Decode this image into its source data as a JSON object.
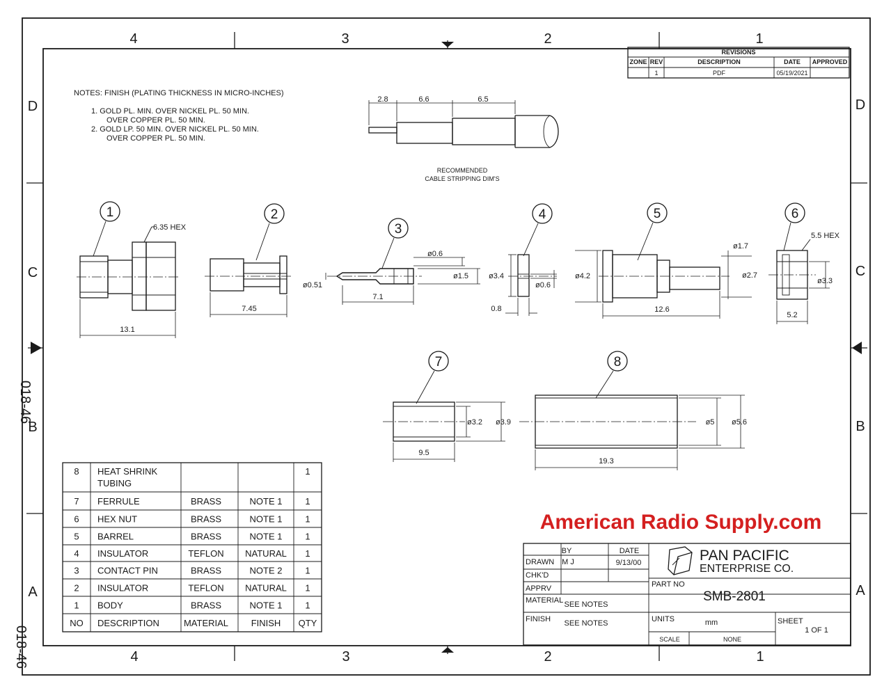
{
  "side_code": "018-46",
  "zones": {
    "top": [
      "4",
      "3",
      "2",
      "1"
    ],
    "bottom": [
      "4",
      "3",
      "2",
      "1"
    ],
    "left": [
      "D",
      "C",
      "B",
      "A"
    ],
    "right": [
      "D",
      "C",
      "B",
      "A"
    ]
  },
  "revisions": {
    "title": "REVISIONS",
    "headers": [
      "ZONE",
      "REV",
      "DESCRIPTION",
      "DATE",
      "APPROVED"
    ],
    "rows": [
      [
        "",
        "1",
        "PDF",
        "05/19/2021",
        ""
      ]
    ]
  },
  "notes": {
    "heading": "NOTES: FINISH (PLATING THICKNESS IN MICRO-INCHES)",
    "lines": [
      "1. GOLD PL.     MIN. OVER NICKEL PL. 50 MIN.",
      "OVER COPPER PL. 50 MIN.",
      "2. GOLD LP. 50 MIN. OVER NICKEL PL. 50 MIN.",
      "OVER COPPER PL. 50 MIN."
    ]
  },
  "stripping": {
    "dims": [
      "2.8",
      "6.6",
      "6.5"
    ],
    "caption_1": "RECOMMENDED",
    "caption_2": "CABLE STRIPPING DIM'S"
  },
  "parts": {
    "p1": {
      "num": "1",
      "hex": "6.35  HEX",
      "len": "13.1"
    },
    "p2": {
      "num": "2",
      "len": "7.45"
    },
    "p3": {
      "num": "3",
      "d_tip": "ø0.6",
      "d_body": "ø1.5",
      "d_pin": "ø0.51",
      "len": "7.1"
    },
    "p4": {
      "num": "4",
      "d_out": "ø3.4",
      "d_in": "ø0.6",
      "len": "0.8"
    },
    "p5": {
      "num": "5",
      "d_out": "ø4.2",
      "d_small": "ø1.7",
      "d_knurl": "ø2.7",
      "len": "12.6"
    },
    "p6": {
      "num": "6",
      "hex": "5.5  HEX",
      "d": "ø3.3",
      "len": "5.2"
    },
    "p7": {
      "num": "7",
      "d_in": "ø3.2",
      "d_out": "ø3.9",
      "len": "9.5"
    },
    "p8": {
      "num": "8",
      "d_in": "ø5",
      "d_out": "ø5.6",
      "len": "19.3"
    }
  },
  "bom": {
    "rows": [
      {
        "no": "8",
        "desc": "HEAT  SHRINK",
        "desc2": "TUBING",
        "material": "",
        "finish": "",
        "qty": "1"
      },
      {
        "no": "7",
        "desc": "FERRULE",
        "material": "BRASS",
        "finish": "NOTE  1",
        "qty": "1"
      },
      {
        "no": "6",
        "desc": "HEX  NUT",
        "material": "BRASS",
        "finish": "NOTE  1",
        "qty": "1"
      },
      {
        "no": "5",
        "desc": "BARREL",
        "material": "BRASS",
        "finish": "NOTE  1",
        "qty": "1"
      },
      {
        "no": "4",
        "desc": "INSULATOR",
        "material": "TEFLON",
        "finish": "NATURAL",
        "qty": "1"
      },
      {
        "no": "3",
        "desc": "CONTACT  PIN",
        "material": "BRASS",
        "finish": "NOTE  2",
        "qty": "1"
      },
      {
        "no": "2",
        "desc": "INSULATOR",
        "material": "TEFLON",
        "finish": "NATURAL",
        "qty": "1"
      },
      {
        "no": "1",
        "desc": "BODY",
        "material": "BRASS",
        "finish": "NOTE  1",
        "qty": "1"
      }
    ],
    "headers": {
      "no": "NO",
      "desc": "DESCRIPTION",
      "material": "MATERIAL",
      "finish": "FINISH",
      "qty": "QTY"
    }
  },
  "watermark": "American Radio Supply.com",
  "watermark_color": "#d41f1f",
  "title_block": {
    "by_label": "BY",
    "date_label": "DATE",
    "drawn_label": "DRAWN",
    "drawn_by": "M J",
    "drawn_date": "9/13/00",
    "chkd_label": "CHK'D",
    "apprv_label": "APPRV",
    "material_label": "MATERIAL",
    "material_value": "SEE  NOTES",
    "finish_label": "FINISH",
    "finish_value": "SEE  NOTES",
    "company_1": "PAN PACIFIC",
    "company_2": "ENTERPRISE CO.",
    "part_no_label": "PART  NO",
    "part_no": "SMB-2801",
    "units_label": "UNITS",
    "units": "mm",
    "sheet_label": "SHEET",
    "sheet": "1  OF  1",
    "scale_label": "SCALE",
    "scale": "NONE"
  }
}
